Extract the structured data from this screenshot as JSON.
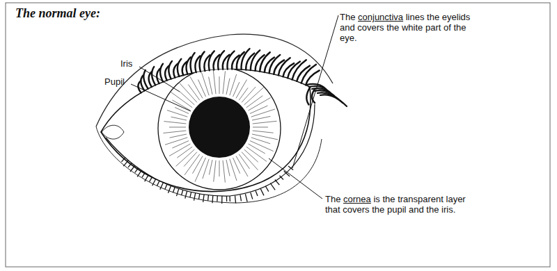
{
  "diagram": {
    "title": "The normal eye:",
    "labels": [
      "Iris",
      "Pupil",
      "The conjunctiva lines the eyelids and covers the white part of the eye.",
      "The cornea is the transparent layer that covers the pupil and the iris."
    ]
  }
}
